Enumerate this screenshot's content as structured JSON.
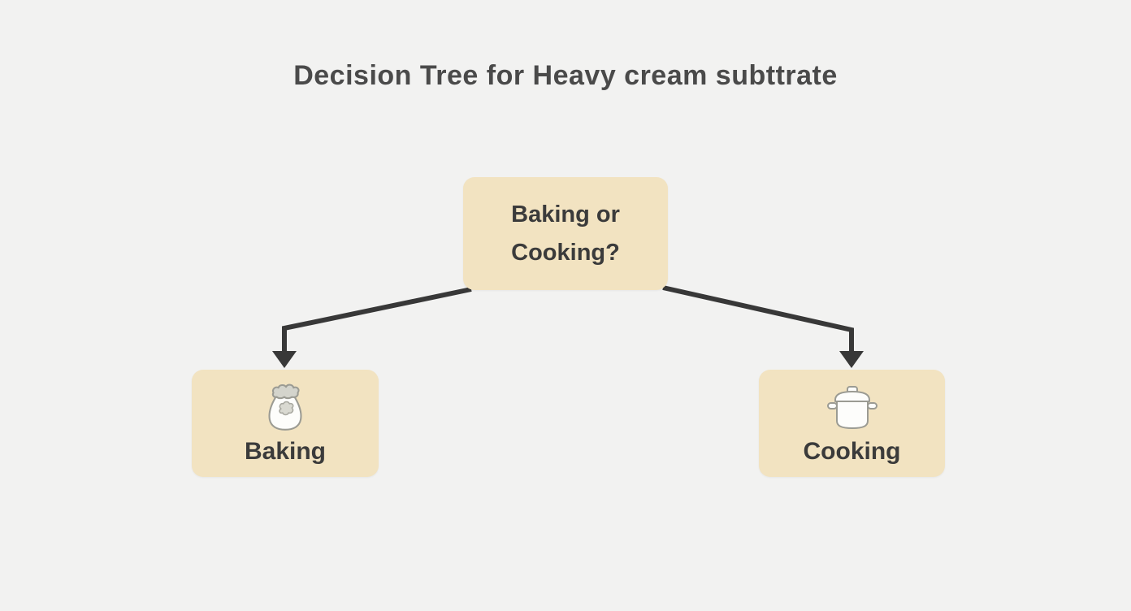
{
  "page": {
    "title": "Decision Tree for Heavy cream subttrate"
  },
  "tree": {
    "root": {
      "label": "Baking or Cooking?"
    },
    "children": [
      {
        "label": "Baking",
        "icon": "flour-bag-icon"
      },
      {
        "label": "Cooking",
        "icon": "cooking-pot-icon"
      }
    ]
  },
  "colors": {
    "background": "#f2f2f1",
    "node_fill": "#f2e3c1",
    "node_text": "#3b3b3b",
    "title_text": "#4a4a4a",
    "arrow": "#383838",
    "icon_outline": "#9b9b93",
    "icon_fill": "#fdfdfb",
    "icon_accent": "#d4d4cc"
  }
}
